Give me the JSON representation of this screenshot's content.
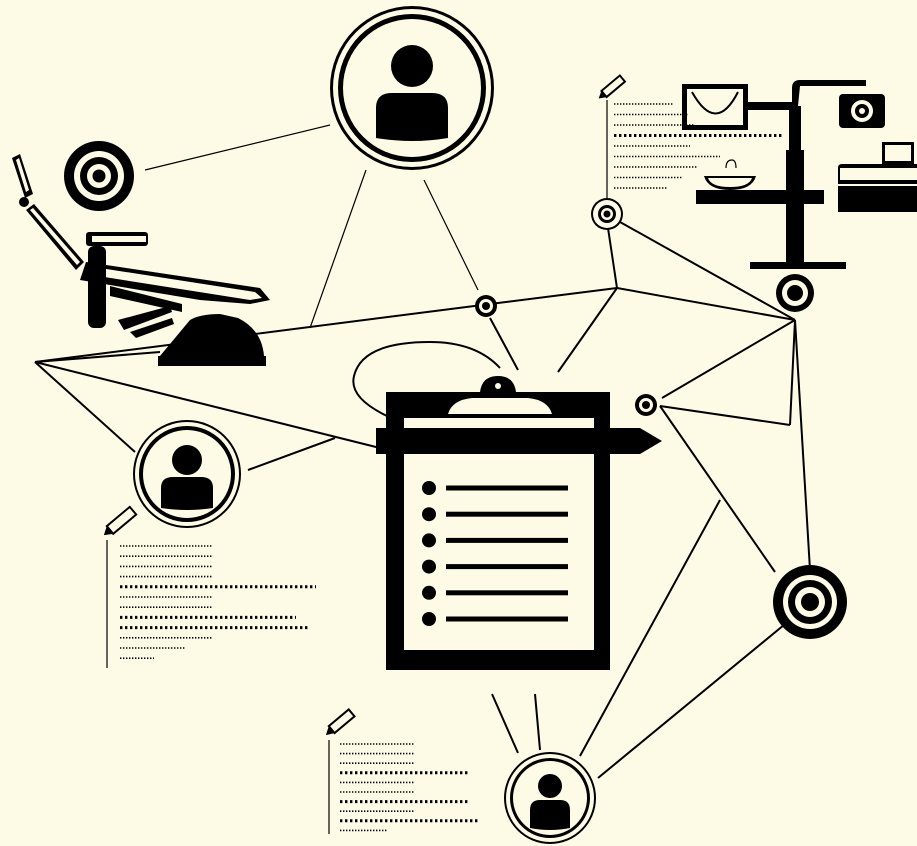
{
  "palette": {
    "ink": "#000000",
    "paper": "#fdfbe6"
  },
  "icons": {
    "dental_chair": "dental-chair-icon",
    "clipboard": "clipboard-checklist-icon",
    "dental_unit": "dental-unit-equipment-icon",
    "person": "person-avatar-icon",
    "target": "target-hub-icon",
    "pencil": "pencil-note-icon"
  },
  "checklist": {
    "items": 6
  },
  "notes": [
    {
      "id": "note-top-right",
      "lines": 9
    },
    {
      "id": "note-left",
      "lines": 12
    },
    {
      "id": "note-bottom",
      "lines": 10
    }
  ]
}
